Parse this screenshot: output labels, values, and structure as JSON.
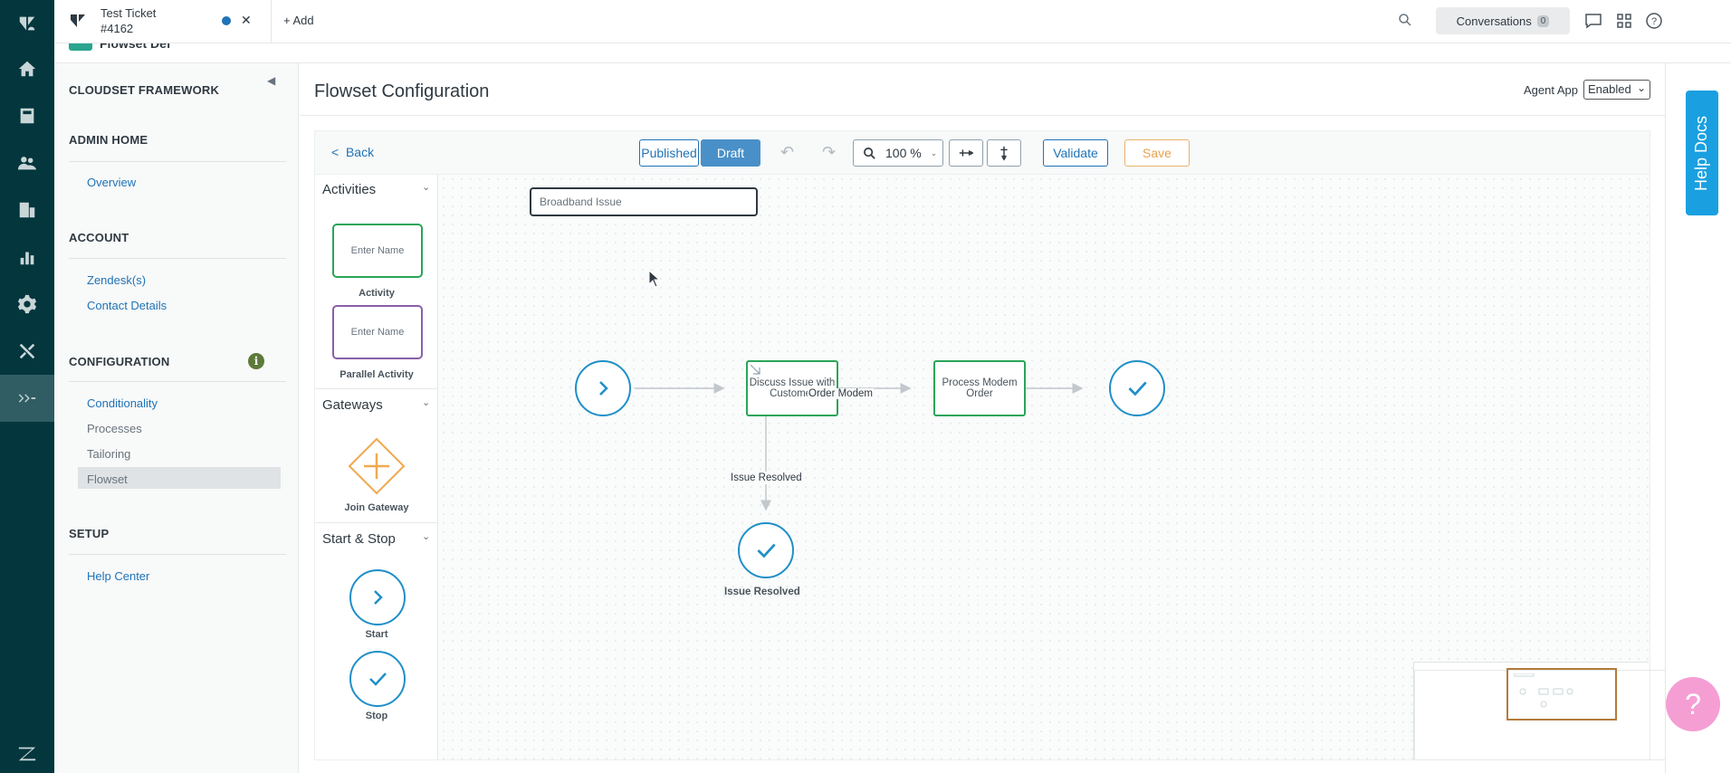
{
  "tab": {
    "title": "Test Ticket",
    "number": "#4162"
  },
  "topbar": {
    "add_label": "Add",
    "conversations_label": "Conversations",
    "conversations_count": "0"
  },
  "breadcrumb": {
    "title": "Flowset Def"
  },
  "sidebar": {
    "framework_title": "CLOUDSET FRAMEWORK",
    "admin_home": "ADMIN HOME",
    "overview": "Overview",
    "account": "ACCOUNT",
    "zendesks": "Zendesk(s)",
    "contact_details": "Contact Details",
    "configuration": "CONFIGURATION",
    "conditionality": "Conditionality",
    "processes": "Processes",
    "tailoring": "Tailoring",
    "flowset": "Flowset",
    "setup": "SETUP",
    "help_center": "Help Center"
  },
  "main": {
    "title": "Flowset Configuration",
    "agent_app_label": "Agent App",
    "agent_app_value": "Enabled"
  },
  "toolbar": {
    "back": "Back",
    "published": "Published",
    "draft": "Draft",
    "zoom": "100 %",
    "validate": "Validate",
    "save": "Save"
  },
  "palette": {
    "activities": "Activities",
    "activity_placeholder": "Enter Name",
    "activity_label": "Activity",
    "parallel_placeholder": "Enter Name",
    "parallel_label": "Parallel Activity",
    "gateways": "Gateways",
    "join_gateway_label": "Join Gateway",
    "start_stop": "Start & Stop",
    "start_label": "Start",
    "stop_label": "Stop"
  },
  "diagram": {
    "name_value": "Broadband Issue",
    "node_discuss": "Discuss Issue with Customer",
    "node_process": "Process Modem Order",
    "edge_order_modem": "Order Modem",
    "edge_issue_resolved": "Issue Resolved",
    "end_issue_resolved": "Issue Resolved"
  },
  "right": {
    "help_docs": "Help Docs",
    "help_fab": "?"
  },
  "colors": {
    "rail": "#03363d",
    "accent": "#1f73b7",
    "activity_border": "#2aa558",
    "parallel_border": "#8a5ea8",
    "gateway": "#f0a950",
    "circle": "#1f8fc8",
    "help_docs": "#1aa0e0",
    "help_fab": "#f59ed4"
  }
}
